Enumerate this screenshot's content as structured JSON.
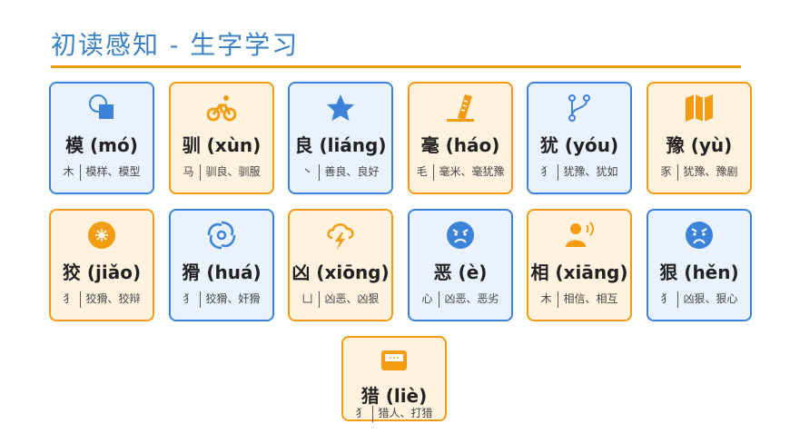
{
  "header": {
    "title": "初读感知 - 生字学习"
  },
  "colors": {
    "blue": "#3b82d8",
    "orange": "#f39c12"
  },
  "cards": [
    {
      "char": "模 (mó)",
      "radical": "木",
      "words": "模样、模型",
      "icon": "shapes-icon",
      "theme": "blue"
    },
    {
      "char": "驯 (xùn)",
      "radical": "马",
      "words": "驯良、驯服",
      "icon": "bicycle-icon",
      "theme": "orange"
    },
    {
      "char": "良 (liáng)",
      "radical": "丶",
      "words": "善良、良好",
      "icon": "star-icon",
      "theme": "blue"
    },
    {
      "char": "毫 (háo)",
      "radical": "毛",
      "words": "毫米、毫犹豫",
      "icon": "ruler-icon",
      "theme": "orange"
    },
    {
      "char": "犹 (yóu)",
      "radical": "犭",
      "words": "犹豫、犹如",
      "icon": "branch-icon",
      "theme": "blue"
    },
    {
      "char": "豫 (yù)",
      "radical": "豕",
      "words": "犹豫、豫剧",
      "icon": "map-icon",
      "theme": "orange"
    },
    {
      "char": "狡 (jiǎo)",
      "radical": "犭",
      "words": "狡猾、狡辩",
      "icon": "sparkle-icon",
      "theme": "orange"
    },
    {
      "char": "猾 (huá)",
      "radical": "犭",
      "words": "狡猾、奸猾",
      "icon": "swirl-icon",
      "theme": "blue"
    },
    {
      "char": "凶 (xiōng)",
      "radical": "凵",
      "words": "凶恶、凶狠",
      "icon": "storm-icon",
      "theme": "orange"
    },
    {
      "char": "恶 (è)",
      "radical": "心",
      "words": "凶恶、恶劣",
      "icon": "angry-face-icon",
      "theme": "blue"
    },
    {
      "char": "相 (xiāng)",
      "radical": "木",
      "words": "相信、相互",
      "icon": "speaking-person-icon",
      "theme": "orange"
    },
    {
      "char": "狠 (hěn)",
      "radical": "犭",
      "words": "凶狠、狠心",
      "icon": "frown-face-icon",
      "theme": "blue"
    },
    {
      "char": "猎 (liè)",
      "radical": "犭",
      "words": "猎人、打猎",
      "icon": "inbox-icon",
      "theme": "orange"
    }
  ]
}
